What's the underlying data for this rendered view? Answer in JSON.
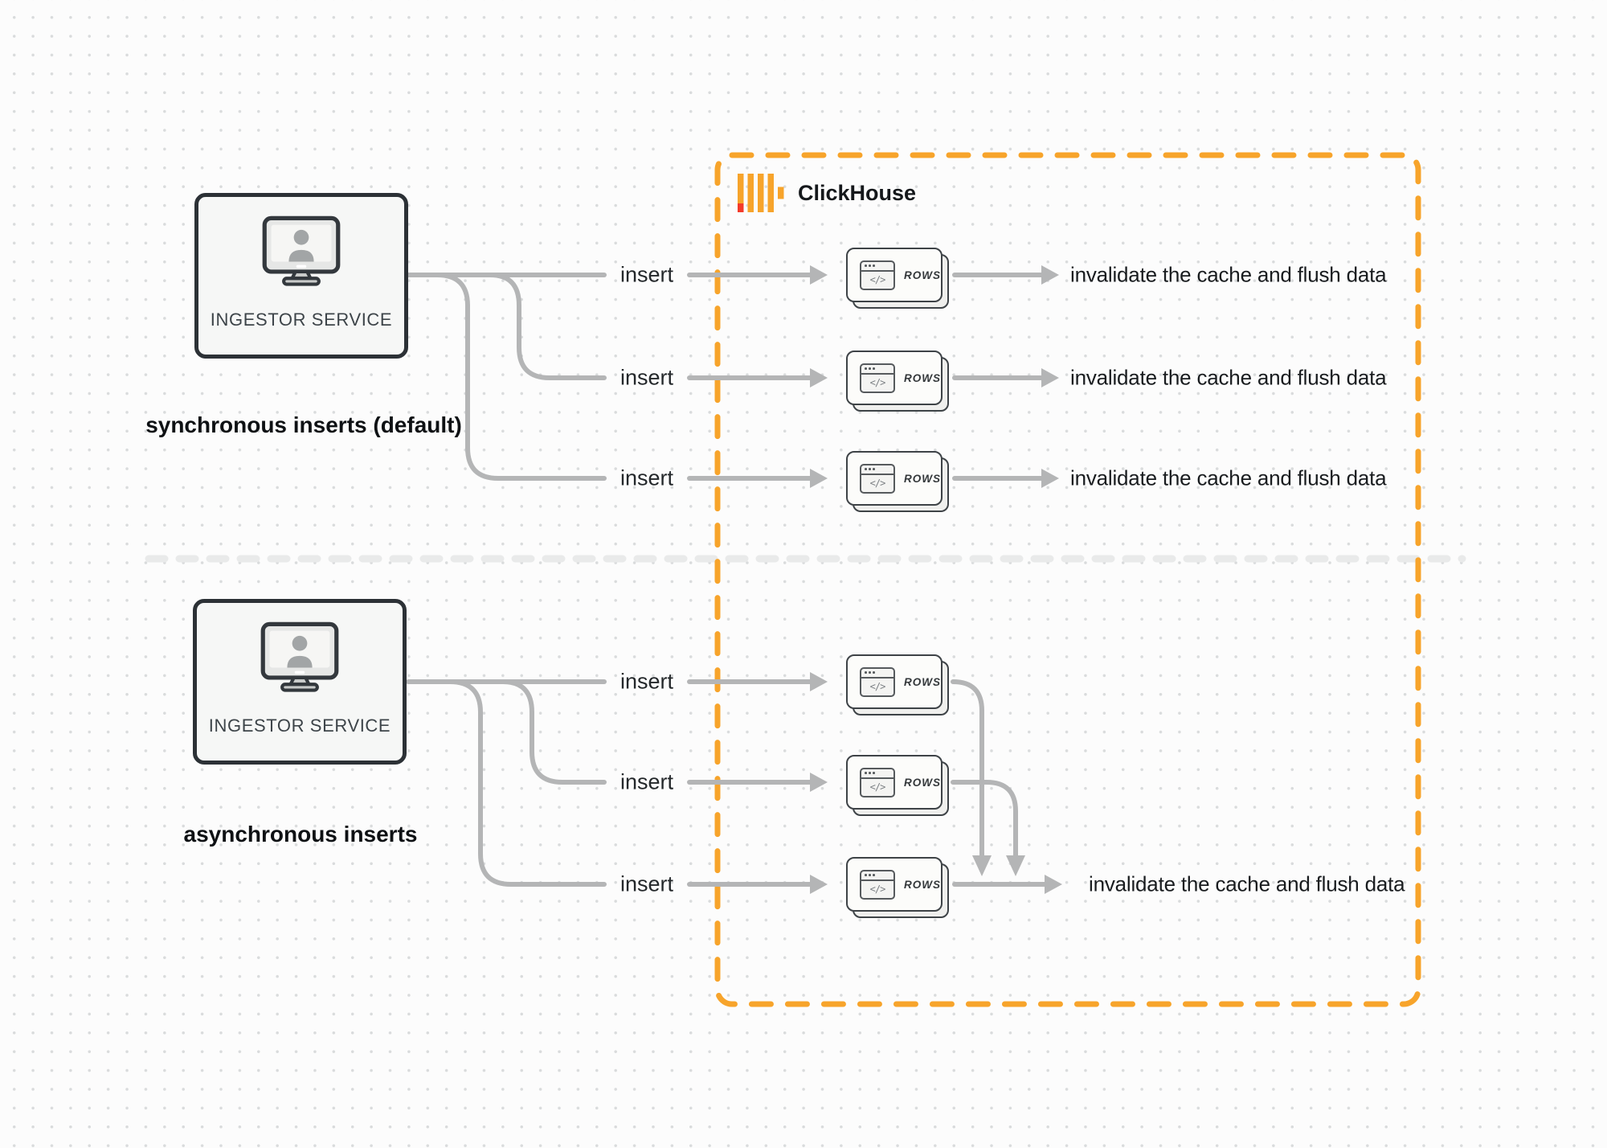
{
  "clickhouse": {
    "brand": "ClickHouse"
  },
  "sync": {
    "service_label": "INGESTOR SERVICE",
    "caption": "synchronous inserts (default)",
    "rows": [
      {
        "insert_label": "insert",
        "card_label": "ROWS",
        "result_label": "invalidate the cache and flush data"
      },
      {
        "insert_label": "insert",
        "card_label": "ROWS",
        "result_label": "invalidate the cache and flush data"
      },
      {
        "insert_label": "insert",
        "card_label": "ROWS",
        "result_label": "invalidate the cache and flush data"
      }
    ]
  },
  "async": {
    "service_label": "INGESTOR SERVICE",
    "caption": "asynchronous inserts",
    "rows": [
      {
        "insert_label": "insert",
        "card_label": "ROWS"
      },
      {
        "insert_label": "insert",
        "card_label": "ROWS"
      },
      {
        "insert_label": "insert",
        "card_label": "ROWS"
      }
    ],
    "result_label": "invalidate the cache and flush data"
  },
  "icons": {
    "window_glyph": "</>"
  },
  "colors": {
    "accent_orange": "#F7A42B",
    "logo_red": "#F43B2A",
    "arrow_gray": "#B4B5B6",
    "divider_gray": "#E9EAEA",
    "box_border": "#2C3136"
  }
}
